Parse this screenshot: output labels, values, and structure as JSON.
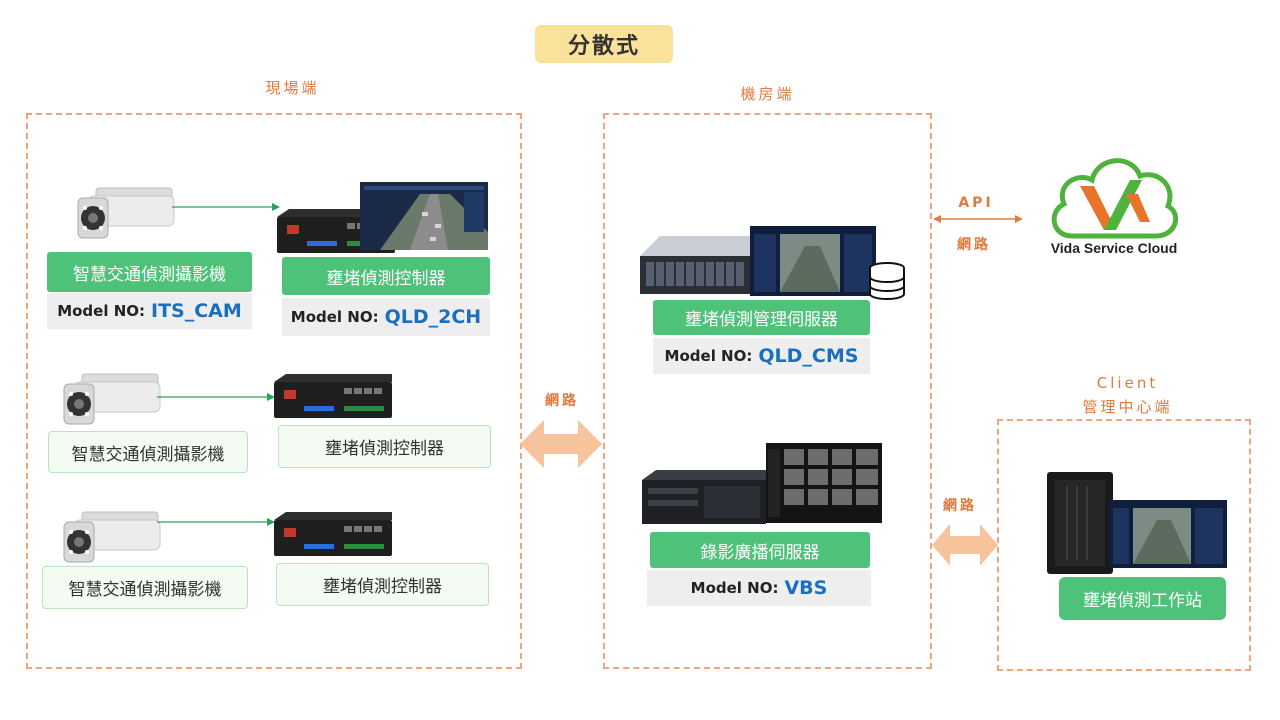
{
  "title": "分散式",
  "zones": {
    "field": "現場端",
    "datacenter": "機房端",
    "client_line1": "Client",
    "client_line2": "管理中心端"
  },
  "field_rows": [
    {
      "camera": "智慧交通偵測攝影機",
      "controller": "壅堵偵測控制器",
      "camera_model_prefix": "Model NO:",
      "camera_model": "ITS_CAM",
      "controller_model_prefix": "Model NO:",
      "controller_model": "QLD_2CH"
    },
    {
      "camera": "智慧交通偵測攝影機",
      "controller": "壅堵偵測控制器"
    },
    {
      "camera": "智慧交通偵測攝影機",
      "controller": "壅堵偵測控制器"
    }
  ],
  "servers": {
    "cms_label": "壅堵偵測管理伺服器",
    "cms_model_prefix": "Model NO:",
    "cms_model": "QLD_CMS",
    "vbs_label": "錄影廣播伺服器",
    "vbs_model_prefix": "Model NO:",
    "vbs_model": "VBS"
  },
  "client": {
    "workstation": "壅堵偵測工作站"
  },
  "connections": {
    "field_dc": "網路",
    "api": "API",
    "api_net": "網路",
    "dc_client": "網路"
  },
  "cloud": {
    "name": "Vida Service Cloud"
  },
  "colors": {
    "accent_orange": "#e07a3f",
    "green": "#4fc27a",
    "model_blue": "#1b6fc0",
    "title_bg": "#fbe29a"
  }
}
